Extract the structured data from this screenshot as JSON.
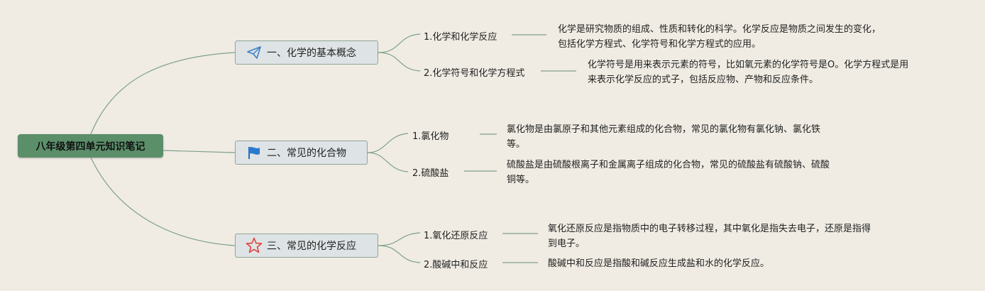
{
  "root": {
    "title": "八年级第四单元知识笔记"
  },
  "branches": [
    {
      "title": "一、化学的基本概念",
      "icon": "paper-plane-icon",
      "leaves": [
        {
          "label": "1.化学和化学反应",
          "desc": [
            "化学是研究物质的组成、性质和转化的科学。化学反应是物质之间发生的变化，",
            "包括化学方程式、化学符号和化学方程式的应用。"
          ]
        },
        {
          "label": "2.化学符号和化学方程式",
          "desc": [
            "化学符号是用来表示元素的符号，比如氧元素的化学符号是O。化学方程式是用",
            "来表示化学反应的式子，包括反应物、产物和反应条件。"
          ]
        }
      ]
    },
    {
      "title": "二、常见的化合物",
      "icon": "flag-icon",
      "leaves": [
        {
          "label": "1.氯化物",
          "desc": [
            "氯化物是由氯原子和其他元素组成的化合物，常见的氯化物有氯化钠、氯化铁",
            "等。"
          ]
        },
        {
          "label": "2.硫酸盐",
          "desc": [
            "硫酸盐是由硫酸根离子和金属离子组成的化合物，常见的硫酸盐有硫酸钠、硫酸",
            "铜等。"
          ]
        }
      ]
    },
    {
      "title": "三、常见的化学反应",
      "icon": "star-icon",
      "leaves": [
        {
          "label": "1.氧化还原反应",
          "desc": [
            "氧化还原反应是指物质中的电子转移过程，其中氧化是指失去电子，还原是指得",
            "到电子。"
          ]
        },
        {
          "label": "2.酸碱中和反应",
          "desc": [
            "酸碱中和反应是指酸和碱反应生成盐和水的化学反应。"
          ]
        }
      ]
    }
  ]
}
